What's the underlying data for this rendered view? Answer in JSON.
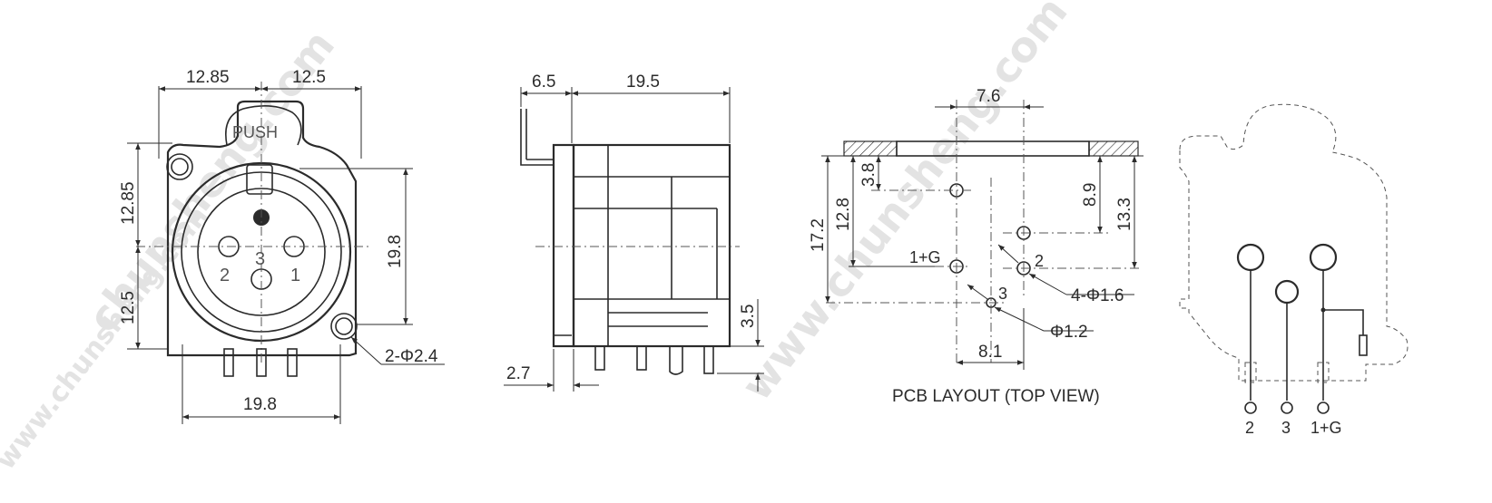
{
  "watermarks": [
    "chunsheng.com",
    "www.chunsheng.com",
    "www.chunsheng.com"
  ],
  "front_view": {
    "push_label": "PUSH",
    "pin_labels": [
      "2",
      "3",
      "1"
    ],
    "dims": {
      "top_left": "12.85",
      "top_right": "12.5",
      "left_upper": "12.85",
      "left_lower": "12.5",
      "right_height": "19.8",
      "bottom_width": "19.8",
      "mount_hole": "2-Φ2.4"
    }
  },
  "side_view": {
    "dims": {
      "top_left": "6.5",
      "top_right": "19.5",
      "bottom_left": "2.7",
      "right_pin": "3.5"
    }
  },
  "pcb_layout": {
    "caption": "PCB LAYOUT (TOP VIEW)",
    "pin_labels": [
      "1+G",
      "2",
      "3"
    ],
    "dims": {
      "top": "7.6",
      "bottom": "8.1",
      "left_3_8": "3.8",
      "left_12_8": "12.8",
      "left_17_2": "17.2",
      "right_8_9": "8.9",
      "right_13_3": "13.3",
      "hole_large": "4-Φ1.6",
      "hole_small": "Φ1.2"
    }
  },
  "schematic": {
    "pin_labels": [
      "2",
      "3",
      "1+G"
    ]
  }
}
